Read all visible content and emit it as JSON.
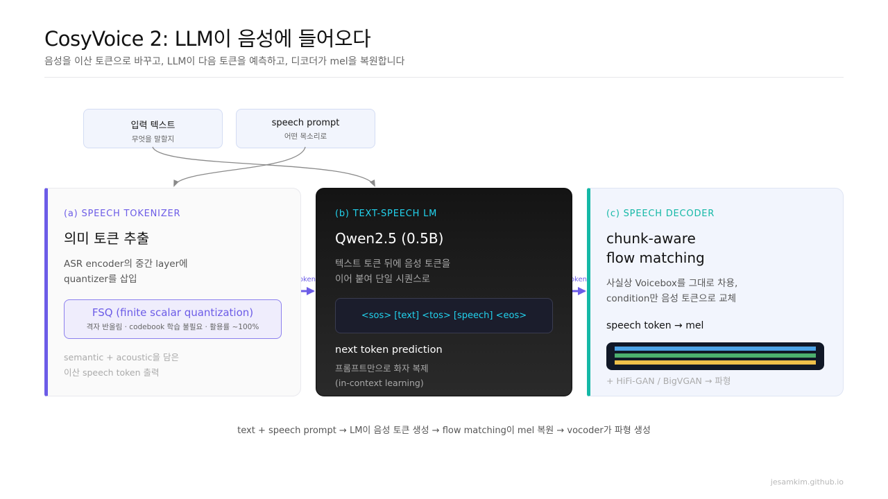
{
  "header": {
    "title": "CosyVoice 2: LLM이 음성에 들어오다",
    "subtitle": "음성을 이산 토큰으로 바꾸고, LLM이 다음 토큰을 예측하고, 디코더가 mel을 복원합니다"
  },
  "inputs": [
    {
      "title": "입력 텍스트",
      "sub": "무엇을 말할지"
    },
    {
      "title": "speech prompt",
      "sub": "어떤 목소리로"
    }
  ],
  "cards": {
    "a": {
      "label": "(a) SPEECH TOKENIZER",
      "heading": "의미 토큰 추출",
      "desc": [
        "ASR encoder의 중간 layer에",
        "quantizer를 삽입"
      ],
      "fsq_title": "FSQ (finite scalar quantization)",
      "fsq_sub": "격자 반올림 · codebook 학습 불필요 · 활용률 ~100%",
      "foot": [
        "semantic + acoustic을 담은",
        "이산 speech token 출력"
      ]
    },
    "b": {
      "label": "(b) TEXT-SPEECH LM",
      "heading": "Qwen2.5 (0.5B)",
      "desc": [
        "텍스트 토큰 뒤에 음성 토큰을",
        "이어 붙여 단일 시퀀스로"
      ],
      "sequence": "<sos> [text] <tos> [speech] <eos>",
      "ntp_title": "next token prediction",
      "ntp_desc": [
        "프롬프트만으로 화자 복제",
        "(in-context learning)"
      ]
    },
    "c": {
      "label": "(c) SPEECH DECODER",
      "heading": [
        "chunk-aware",
        "flow matching"
      ],
      "desc": [
        "사실상 Voicebox를 그대로 차용,",
        "condition만 음성 토큰으로 교체"
      ],
      "mapping": "speech token → mel",
      "foot": "+ HiFi-GAN / BigVGAN → 파형"
    }
  },
  "arrows": {
    "tokens_1": "tokens",
    "tokens_2": "tokens"
  },
  "colors": {
    "tokenizer_accent": "#6c5ce7",
    "lm_accent": "#22d3ee",
    "decoder_accent": "#14b8a6",
    "mel_bars": [
      "#4da3e6",
      "#4caf6e",
      "#efc04a"
    ]
  },
  "footer": {
    "flow": "text + speech prompt → LM이 음성 토큰 생성 → flow matching이 mel 복원 → vocoder가 파형 생성",
    "credit": "jesamkim.github.io"
  }
}
